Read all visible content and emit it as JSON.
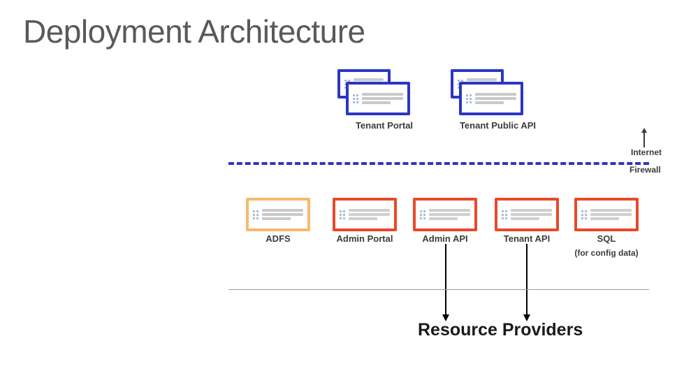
{
  "title": "Deployment Architecture",
  "boundary": {
    "internet_label": "Internet",
    "firewall_label": "Firewall"
  },
  "footer": {
    "resource_providers": "Resource Providers"
  },
  "nodes": [
    {
      "id": "tenant-portal",
      "label": "Tenant Portal",
      "color": "#2b36c4",
      "zone": "above-firewall",
      "stacked": true
    },
    {
      "id": "tenant-public-api",
      "label": "Tenant Public API",
      "color": "#2b36c4",
      "zone": "above-firewall",
      "stacked": true
    },
    {
      "id": "adfs",
      "label": "ADFS",
      "color": "#f7b96b",
      "zone": "below-firewall",
      "stacked": false
    },
    {
      "id": "admin-portal",
      "label": "Admin Portal",
      "color": "#e8492b",
      "zone": "below-firewall",
      "stacked": false
    },
    {
      "id": "admin-api",
      "label": "Admin API",
      "color": "#e8492b",
      "zone": "below-firewall",
      "stacked": false
    },
    {
      "id": "tenant-api",
      "label": "Tenant API",
      "color": "#e8492b",
      "zone": "below-firewall",
      "stacked": false
    },
    {
      "id": "sql",
      "label": "SQL",
      "sublabel": "(for config data)",
      "color": "#e8492b",
      "zone": "below-firewall",
      "stacked": false
    }
  ]
}
